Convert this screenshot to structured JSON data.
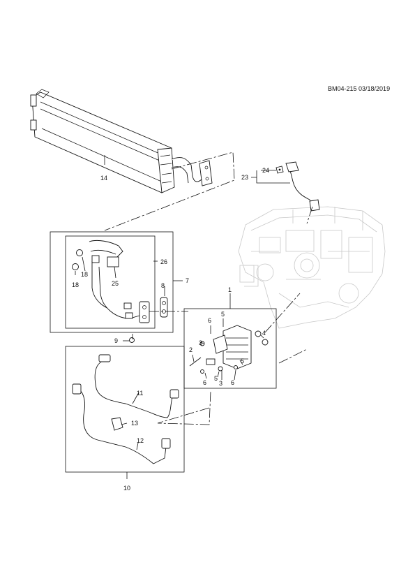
{
  "document": {
    "id": "BM04-215 03/18/2019"
  },
  "callouts": {
    "c1": "1",
    "c2": "2",
    "c3a": "3",
    "c3b": "3",
    "c4": "4",
    "c5a": "5",
    "c5b": "5",
    "c5c": "5",
    "c6a": "6",
    "c6b": "6",
    "c6c": "6",
    "c7": "7",
    "c8": "8",
    "c9": "9",
    "c10": "10",
    "c11": "11",
    "c12": "12",
    "c13": "13",
    "c14": "14",
    "c18a": "18",
    "c18b": "18",
    "c23": "23",
    "c24": "24",
    "c25": "25",
    "c26": "26"
  }
}
